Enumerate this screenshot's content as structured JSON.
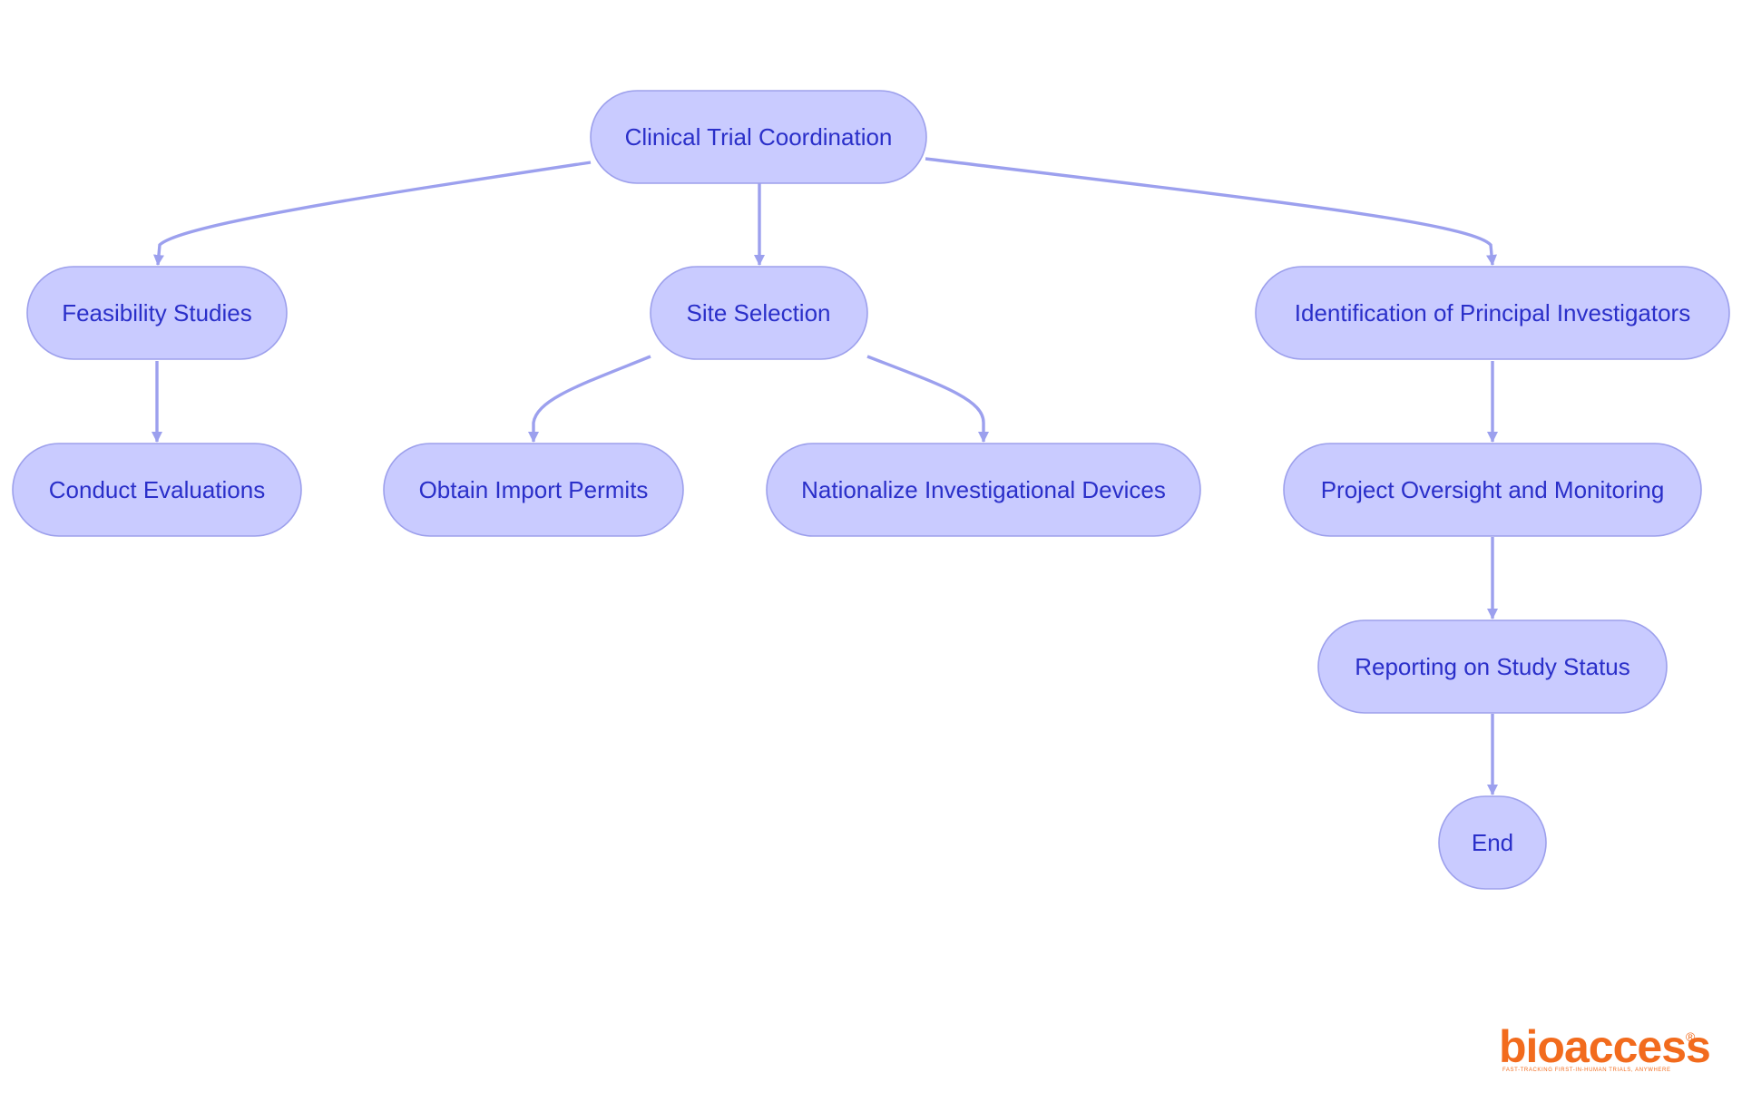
{
  "diagram": {
    "type": "flowchart",
    "colors": {
      "node_fill": "#c9cbff",
      "node_stroke": "#9da0ec",
      "text": "#2a2fc9",
      "edge": "#9ca0ee"
    },
    "nodes": {
      "clinical": "Clinical Trial Coordination",
      "feasibility": "Feasibility Studies",
      "site": "Site Selection",
      "identification": "Identification of Principal Investigators",
      "conduct": "Conduct Evaluations",
      "import": "Obtain Import Permits",
      "nationalize": "Nationalize Investigational Devices",
      "oversight": "Project Oversight and Monitoring",
      "reporting": "Reporting on Study Status",
      "end": "End"
    },
    "edges": [
      {
        "from": "clinical",
        "to": "feasibility"
      },
      {
        "from": "clinical",
        "to": "site"
      },
      {
        "from": "clinical",
        "to": "identification"
      },
      {
        "from": "feasibility",
        "to": "conduct"
      },
      {
        "from": "site",
        "to": "import"
      },
      {
        "from": "site",
        "to": "nationalize"
      },
      {
        "from": "identification",
        "to": "oversight"
      },
      {
        "from": "oversight",
        "to": "reporting"
      },
      {
        "from": "reporting",
        "to": "end"
      }
    ]
  },
  "logo": {
    "brand": "bioaccess",
    "registered": "®",
    "tagline": "FAST-TRACKING FIRST-IN-HUMAN TRIALS, ANYWHERE"
  }
}
